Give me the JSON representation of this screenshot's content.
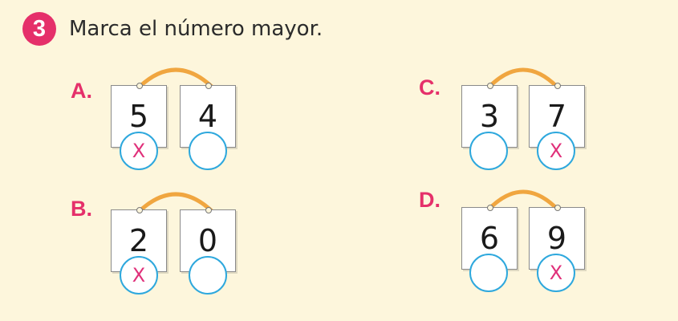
{
  "header": {
    "number": "3",
    "instruction": "Marca el número mayor."
  },
  "colors": {
    "accent": "#e5306a",
    "circle_border": "#2ea8dd",
    "mark": "#e0307a",
    "arc": "#f0a640",
    "background": "#fdf6dc"
  },
  "exercises": [
    {
      "label": "A.",
      "cards": [
        {
          "value": "5",
          "mark": "X"
        },
        {
          "value": "4",
          "mark": ""
        }
      ]
    },
    {
      "label": "B.",
      "cards": [
        {
          "value": "2",
          "mark": "X"
        },
        {
          "value": "0",
          "mark": ""
        }
      ]
    },
    {
      "label": "C.",
      "cards": [
        {
          "value": "3",
          "mark": ""
        },
        {
          "value": "7",
          "mark": "X"
        }
      ]
    },
    {
      "label": "D.",
      "cards": [
        {
          "value": "6",
          "mark": ""
        },
        {
          "value": "9",
          "mark": "X"
        }
      ]
    }
  ]
}
